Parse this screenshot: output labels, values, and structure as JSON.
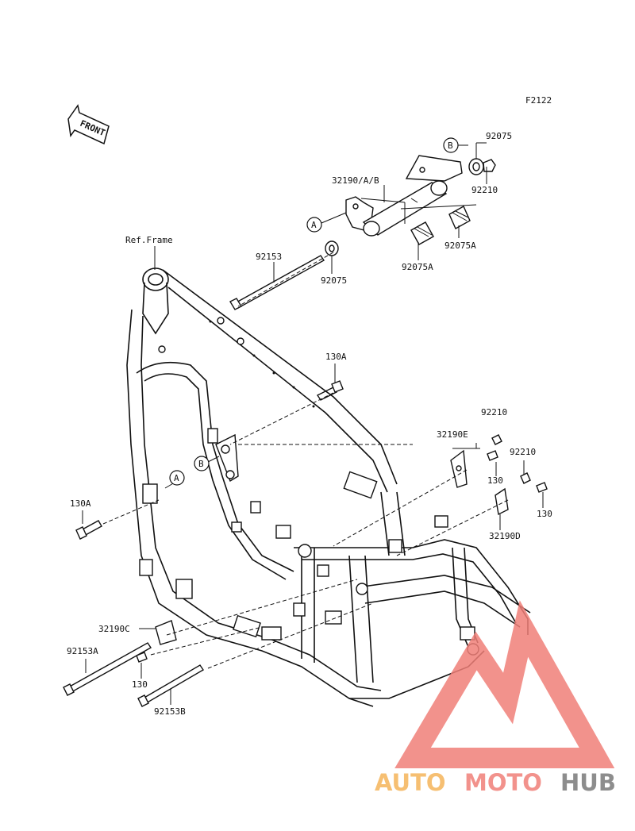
{
  "diagram_code": "F2122",
  "front_arrow_label": "FRONT",
  "ref_frame_label": "Ref.Frame",
  "parts": {
    "p32190_ab": "32190/A/B",
    "p92075_top": "92075",
    "p92210_top": "92210",
    "p92075a_1": "92075A",
    "p92075a_2": "92075A",
    "p92075_mid": "92075",
    "p92153": "92153",
    "p130a_top": "130A",
    "p92210_r1": "92210",
    "p32190e": "32190E",
    "p92210_r2": "92210",
    "p130_r1": "130",
    "p130_r2": "130",
    "p32190d": "32190D",
    "p130a_left": "130A",
    "p32190c": "32190C",
    "p92153a": "92153A",
    "p130_bottom": "130",
    "p92153b": "92153B"
  },
  "callouts": {
    "a_top": "A",
    "b_top": "B",
    "a_frame": "A",
    "b_frame": "B"
  },
  "watermark": {
    "part1": "AUTO",
    "part2": "MOTO",
    "part3": "HUB",
    "color1": "#f5b45a",
    "color2": "#f07f78",
    "color3": "#7a7a7a"
  }
}
